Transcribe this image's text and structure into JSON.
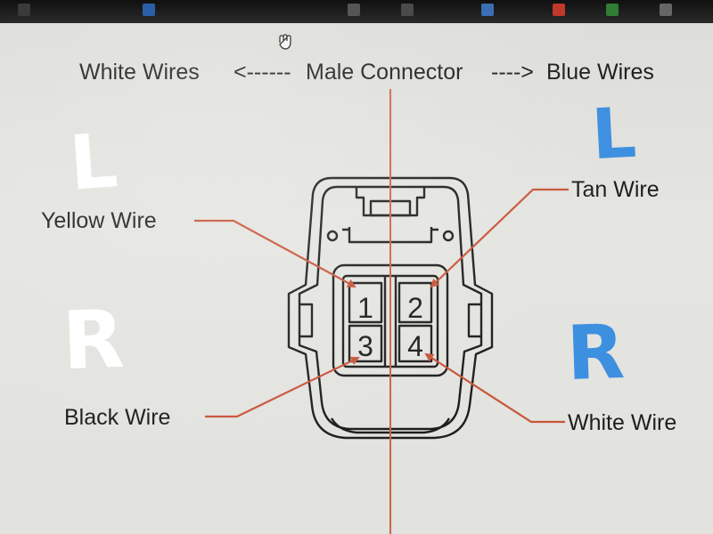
{
  "header": {
    "left_label": "White Wires",
    "arrow_left": "<------",
    "center_label": "Male Connector",
    "arrow_right": "---->",
    "right_label": "Blue Wires"
  },
  "wires": {
    "yellow": "Yellow Wire",
    "tan": "Tan Wire",
    "black": "Black Wire",
    "white": "White Wire"
  },
  "pins": [
    "1",
    "2",
    "3",
    "4"
  ],
  "handwritten": {
    "left_top": "L",
    "left_bottom": "R",
    "right_top": "L",
    "right_bottom": "R"
  },
  "colors": {
    "leader_line": "#c8553a",
    "center_line": "#d2604a",
    "connector_outline": "#1e1e1e",
    "handwritten_left": "#ffffff",
    "handwritten_right": "#3d8fe0"
  }
}
